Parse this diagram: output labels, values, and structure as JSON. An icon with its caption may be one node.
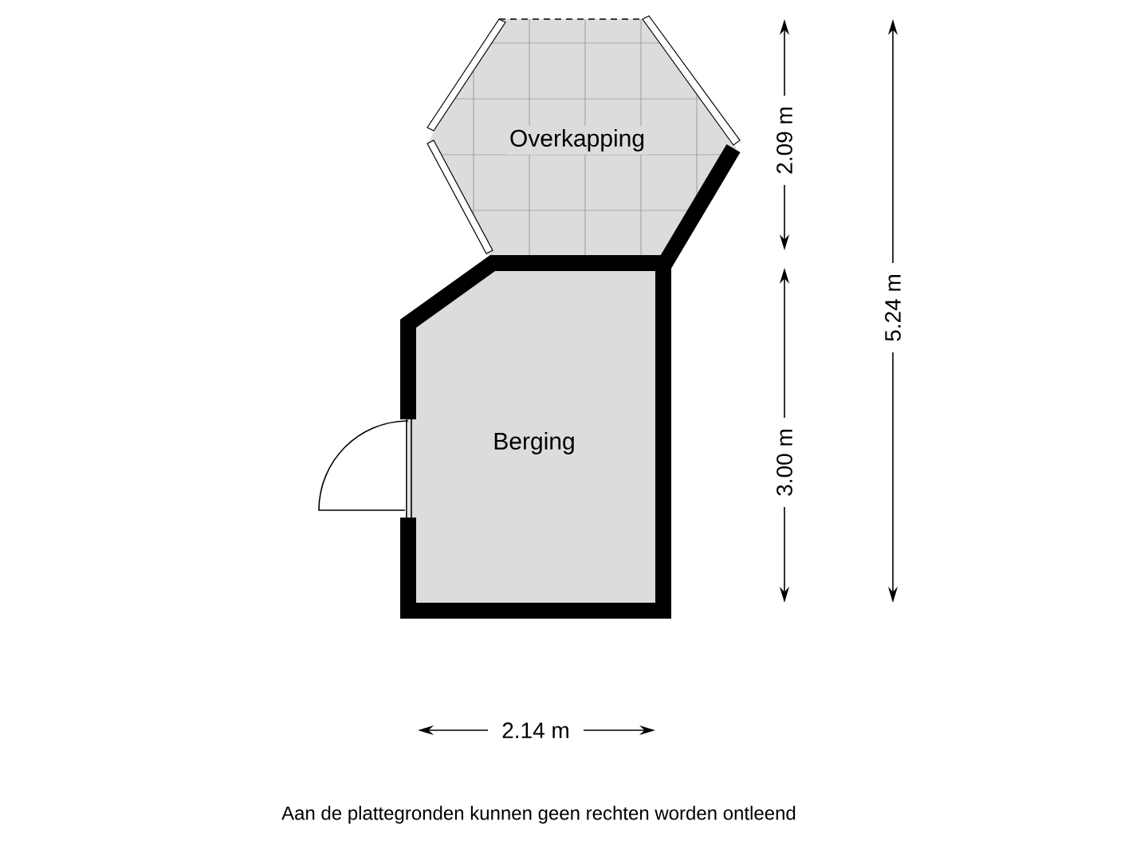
{
  "diagram": {
    "caption": "Aan de plattegronden kunnen geen rechten worden ontleend",
    "nodes": [
      {
        "text": [
          "Overkapping"
        ]
      },
      {
        "text": [
          "Berging"
        ]
      }
    ],
    "labels": [
      "2.09 m",
      "5.24 m",
      "3.00 m",
      "2.14 m"
    ]
  }
}
